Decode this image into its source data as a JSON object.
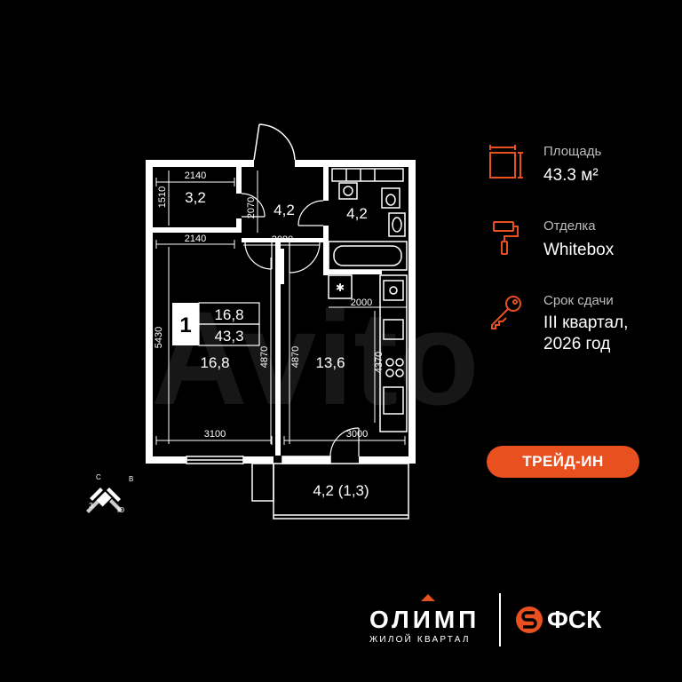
{
  "info": {
    "area": {
      "label": "Площадь",
      "value": "43.3 м²"
    },
    "finish": {
      "label": "Отделка",
      "value": "Whitebox"
    },
    "deadline": {
      "label": "Срок сдачи",
      "value_line1": "III квартал,",
      "value_line2": "2026 год"
    }
  },
  "trade_in_label": "ТРЕЙД-ИН",
  "plan": {
    "rooms": {
      "storage": "3,2",
      "hall": "4,2",
      "bathroom": "4,2",
      "living": "16,8",
      "kitchen": "13,6",
      "balcony": "4,2 (1,3)"
    },
    "badge": {
      "rooms": "1",
      "living_area": "16,8",
      "total_area": "43,3"
    },
    "dims": {
      "storage_top": "2140",
      "storage_side": "1510",
      "hall_vertical": "2070",
      "living_top": "2140",
      "hall_bottom": "2080",
      "kitchen_width": "2000",
      "living_height": "5430",
      "living_height_inner": "4870",
      "kitchen_height": "4870",
      "kitchen_side": "4370",
      "living_bottom": "3100",
      "kitchen_bottom": "3000"
    },
    "compass": {
      "north": "С",
      "east": "В",
      "south": "Ю",
      "west": "З"
    }
  },
  "watermark": "Avito",
  "brand": {
    "name": "ОЛИМП",
    "subtitle": "ЖИЛОЙ КВАРТАЛ",
    "partner": "ФСК"
  },
  "colors": {
    "accent": "#e8501f",
    "background": "#000000",
    "walls": "#ffffff"
  }
}
